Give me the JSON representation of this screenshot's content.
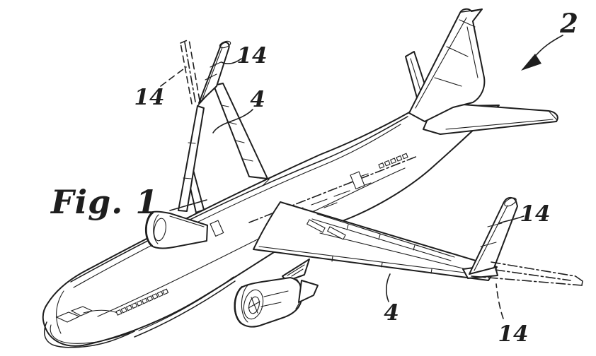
{
  "figure": {
    "caption": "Fig. 1",
    "labels": {
      "aircraft": "2",
      "wing_far": "4",
      "wing_near": "4",
      "winglet_far_phantom": "14",
      "winglet_far_solid": "14",
      "winglet_near_solid": "14",
      "winglet_near_phantom": "14"
    },
    "colors": {
      "ink": "#1e1e1e",
      "background": "#ffffff"
    }
  }
}
